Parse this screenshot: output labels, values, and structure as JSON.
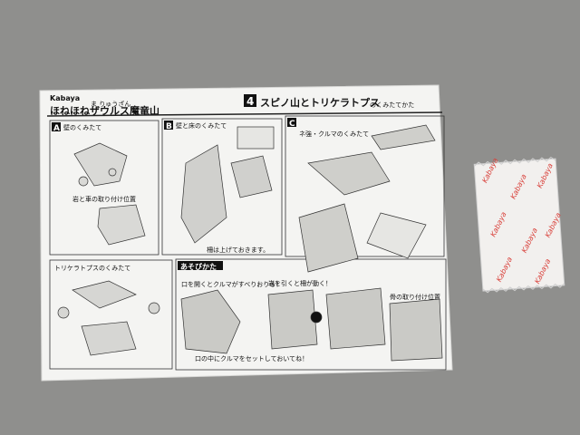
{
  "photo": {
    "background_color": "#8f8f8d",
    "paper_color": "#f4f4f2",
    "ink_color": "#2a2a2a"
  },
  "sheet": {
    "brand": "Kabaya",
    "product_title": "ほねほねザウルス魔竜山",
    "title_ruby": "ま りゅうざん",
    "step_number": "4",
    "step_title": "スピノ山とトリケラトプス",
    "step_suffix": "のくみたてかた",
    "panel_a": {
      "letter": "A",
      "label": "壁のくみたて",
      "note": "岩と車の取り付け位置"
    },
    "panel_b": {
      "letter": "B",
      "label": "壁と床のくみたて",
      "note": "柵は上げておきます。"
    },
    "panel_c": {
      "letter": "C",
      "label": "ネ強・クルマのくみたて",
      "note": "骨の取り付け位置"
    },
    "panel_d": {
      "label": "トリケラトプスのくみたて"
    },
    "play": {
      "header": "あそびかた",
      "caption_1": "口を開くとクルマがすべりおりる！",
      "caption_1_note": "口の中にクルマをセットしておいてね！",
      "caption_2": "岩を引くと柵が動く！"
    }
  },
  "packet": {
    "brand_print": "Kabaya",
    "colors": {
      "wrapper": "#f2f0ee",
      "print": "#d9403a"
    }
  }
}
